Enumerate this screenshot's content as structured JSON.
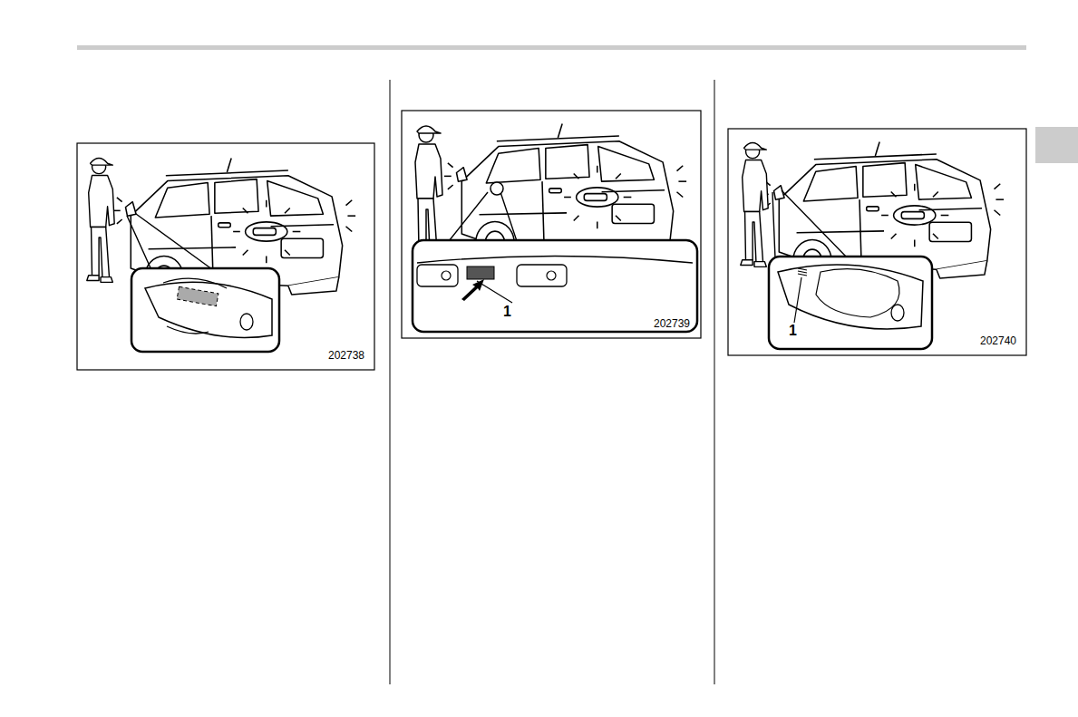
{
  "diagram": {
    "labels": [
      "202738",
      "1",
      "202739",
      "1",
      "202740"
    ]
  }
}
